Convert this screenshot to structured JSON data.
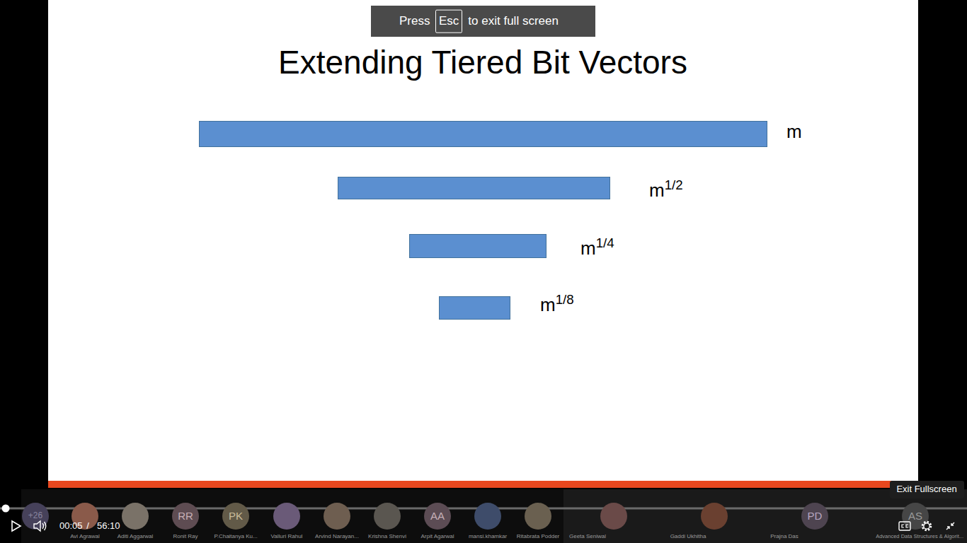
{
  "diagram": {
    "title": "Extending Tiered Bit Vectors",
    "nodes": [
      {
        "text": [
          "m"
        ]
      },
      {
        "text": [
          "m",
          "1/2"
        ]
      },
      {
        "text": [
          "m",
          "1/4"
        ]
      },
      {
        "text": [
          "m",
          "1/8"
        ]
      }
    ],
    "labels": [
      "Press",
      "Esc",
      "to exit full screen",
      "00:05",
      "/",
      "56:10",
      "+26",
      "Avi Agrawal",
      "Aditi Aggarwal",
      "RR",
      "Ronit Ray",
      "PK",
      "P.Chaitanya Ku...",
      "Valluri Rahul",
      "Arvind Narayan...",
      "Krishna Shenvi",
      "AA",
      "Arpit Agarwal",
      "mansi.khamkar",
      "Ritabrata Podder",
      "Geeta Seniwal",
      "Gaddi Ukhitha",
      "PD",
      "Prajna Das",
      "AS",
      "Advanced Data Structures & Algorit...",
      "Exit Fullscreen"
    ]
  }
}
